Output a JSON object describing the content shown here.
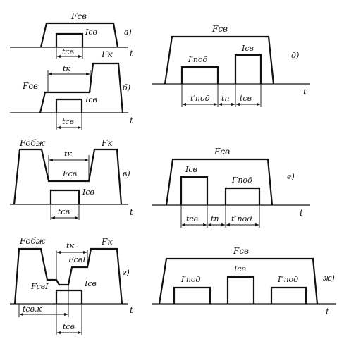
{
  "axis_label": "t",
  "panels": {
    "a": {
      "letter": "а)",
      "F_label": "Fсв",
      "I_label": "Iсв",
      "dims": {
        "t_sv": "tсв"
      }
    },
    "b": {
      "letter": "б)",
      "F_label": "Fсв",
      "Fk_label": "Fк",
      "I_label": "Iсв",
      "dims": {
        "t_k": "tк",
        "t_sv": "tсв"
      }
    },
    "v": {
      "letter": "в)",
      "Fobzh_label": "Fобж",
      "F_label": "Fсв",
      "Fk_label": "Fк",
      "I_label": "Iсв",
      "dims": {
        "t_k": "tк",
        "t_sv": "tсв"
      }
    },
    "g": {
      "letter": "г)",
      "Fobzh_label": "Fобж",
      "Fsv1_label": "FсвI",
      "Fsv1b_label": "FсвI",
      "Fk_label": "Fк",
      "I_label": "Iсв",
      "dims": {
        "t_k": "tк",
        "t_svk": "tсв.к",
        "t_sv": "tсв"
      }
    },
    "d": {
      "letter": "д)",
      "F_label": "Fсв",
      "Ipod_label": "I′под",
      "I_label": "Iсв",
      "dims": {
        "t_pod": "t′под",
        "t_p": "tп",
        "t_sv": "tсв"
      }
    },
    "e": {
      "letter": "е)",
      "F_label": "Fсв",
      "I_label": "Iсв",
      "Ipod_label": "I″под",
      "dims": {
        "t_sv": "tсв",
        "t_p": "tп",
        "t_pod": "t″под"
      }
    },
    "zh": {
      "letter": "ж)",
      "F_label": "Fсв",
      "Ipod1_label": "I′под",
      "I_label": "Iсв",
      "Ipod2_label": "I″под"
    }
  }
}
